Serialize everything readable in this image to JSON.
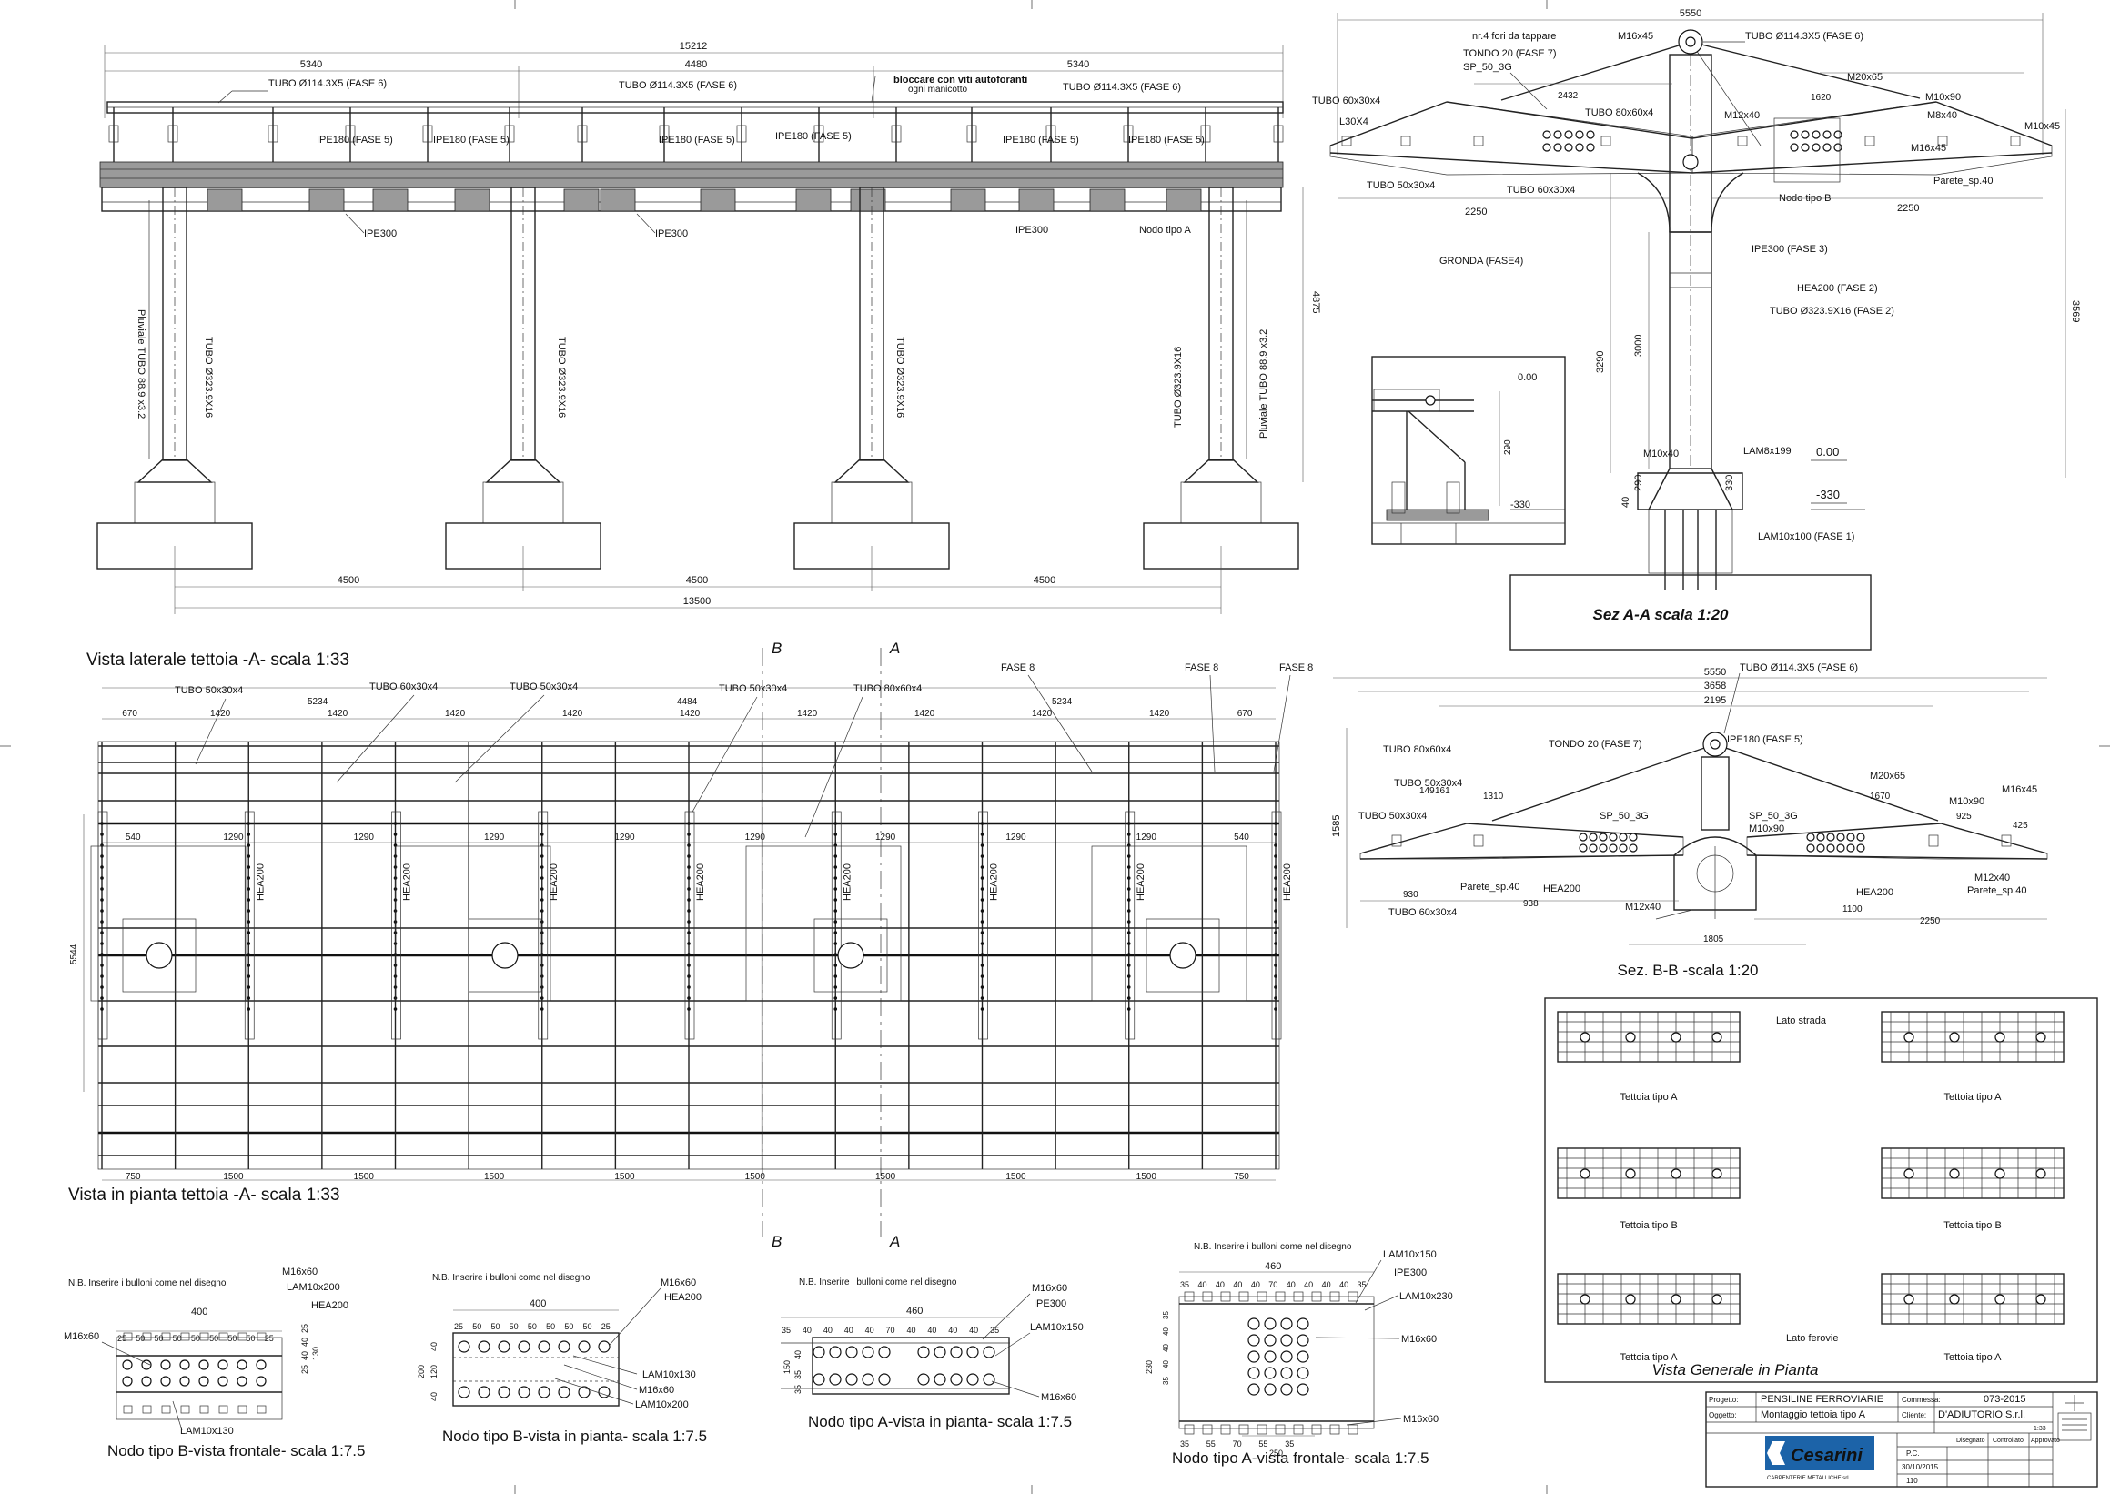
{
  "views": {
    "side": {
      "title": "Vista laterale tettoia -A- scala 1:33"
    },
    "plan": {
      "title": "Vista in pianta tettoia -A- scala 1:33"
    },
    "sez_aa": {
      "title": "Sez A-A scala 1:20"
    },
    "sez_bb": {
      "title": "Sez. B-B -scala 1:20"
    },
    "general": {
      "title": "Vista Generale in Pianta"
    },
    "nodo_b_front": {
      "title": "Nodo tipo B-vista frontale- scala 1:7.5",
      "note": "N.B. Inserire i bulloni come nel disegno"
    },
    "nodo_b_plan": {
      "title": "Nodo tipo B-vista in pianta- scala 1:7.5",
      "note": "N.B. Inserire i bulloni come nel disegno"
    },
    "nodo_a_plan": {
      "title": "Nodo tipo A-vista in pianta- scala 1:7.5",
      "note": "N.B. Inserire i bulloni come nel disegno"
    },
    "nodo_a_front": {
      "title": "Nodo tipo A-vista frontale- scala 1:7.5",
      "note": "N.B. Inserire i bulloni come nel disegno"
    }
  },
  "side_view": {
    "dims": {
      "total": "15212",
      "span1": "5340",
      "span2": "4480",
      "span3": "5340",
      "height": "4875",
      "base": "13500",
      "bay": "4500"
    },
    "labels": {
      "tubo_top": "TUBO Ø114.3X5 (FASE 6)",
      "ipe180": "IPE180 (FASE 5)",
      "ipe300": "IPE300",
      "nodo_a": "Nodo tipo A",
      "bloccare": "bloccare con viti autoforanti",
      "manicotto": "ogni manicotto",
      "col_tubo": "TUBO Ø323.9X16",
      "pluviale": "Pluviale TUBO 88.9 x3.2"
    }
  },
  "plan_view": {
    "labels": {
      "t50": "TUBO 50x30x4",
      "t60": "TUBO 60x30x4",
      "t80": "TUBO 80x60x4",
      "fase8": "FASE 8",
      "hea200": "HEA200",
      "a": "A",
      "b": "B"
    },
    "top_dims": [
      "670",
      "1420",
      "1420",
      "1420",
      "1420",
      "1420",
      "1420",
      "1420",
      "1420",
      "1420",
      "670"
    ],
    "upper_dims": {
      "left": "5234",
      "mid": "4484",
      "right": "5234"
    },
    "row_dims": [
      "540",
      "1290",
      "1290",
      "1290",
      "1290",
      "1290",
      "1290",
      "1290",
      "1290",
      "540"
    ],
    "bottom_dims": [
      "750",
      "1500",
      "1500",
      "1500",
      "1500",
      "1500",
      "1500",
      "1500",
      "1500",
      "750"
    ],
    "width_dim": "5544"
  },
  "sez_aa_view": {
    "dims": {
      "top": "5550",
      "left": "2250",
      "right": "2250",
      "r1": "2432",
      "r2": "1620",
      "h1": "3569",
      "h2": "3290",
      "h3": "3000",
      "h4": "290",
      "h5": "330",
      "h6": "40",
      "d0": "0.00",
      "dm": "-330",
      "d290": "290"
    },
    "labels": {
      "fori": "nr.4 fori da tappare",
      "tondo": "TONDO 20 (FASE 7)",
      "sp": "SP_50_3G",
      "m16": "M16x45",
      "tubo_top": "TUBO Ø114.3X5 (FASE 6)",
      "m20": "M20x65",
      "m10x90": "M10x90",
      "m8": "M8x40",
      "m10x45": "M10x45",
      "tubo60": "TUBO 60x30x4",
      "l30": "L30X4",
      "tubo80": "TUBO 80x60x4",
      "m12": "M12x40",
      "tubo50": "TUBO 50x30x4",
      "nodo_b": "Nodo tipo B",
      "parete": "Parete_sp.40",
      "gronda": "GRONDA (FASE4)",
      "ipe300": "IPE300 (FASE 3)",
      "hea200": "HEA200 (FASE 2)",
      "col": "TUBO Ø323.9X16 (FASE 2)",
      "m10x40": "M10x40",
      "lam8": "LAM8x199",
      "lam10": "LAM10x100  (FASE 1)"
    }
  },
  "sez_bb_view": {
    "dims": {
      "top": "5550",
      "mid": "3658",
      "in": "2195",
      "left": "1310",
      "d149": "149",
      "d161": "161",
      "r1": "1670",
      "r2": "925",
      "r3": "425",
      "h": "1585",
      "b1": "930",
      "b2": "938",
      "b3": "1100",
      "b4": "2250",
      "base": "1805"
    },
    "labels": {
      "tubo_top": "TUBO Ø114.3X5 (FASE 6)",
      "tondo": "TONDO 20 (FASE 7)",
      "ipe180": "IPE180 (FASE 5)",
      "t80": "TUBO 80x60x4",
      "t50": "TUBO 50x30x4",
      "t60": "TUBO 60x30x4",
      "sp": "SP_50_3G",
      "m10x90": "M10x90",
      "m20": "M20x65",
      "m16": "M16x45",
      "parete": "Parete_sp.40",
      "hea200": "HEA200",
      "m12": "M12x40"
    }
  },
  "general_plan": {
    "lato_strada": "Lato strada",
    "lato_ferovie": "Lato ferovie",
    "items": [
      "Tettoia tipo A",
      "Tettoia tipo A",
      "Tettoia tipo B",
      "Tettoia tipo B",
      "Tettoia tipo A",
      "Tettoia tipo A"
    ]
  },
  "nodes": {
    "b_front": {
      "m16x60": "M16x60",
      "lam200": "LAM10x200",
      "hea200": "HEA200",
      "lam130": "LAM10x130",
      "w400": "400",
      "spacing": [
        "25",
        "50",
        "50",
        "50",
        "50",
        "50",
        "50",
        "50",
        "25"
      ],
      "side": [
        "25",
        "40",
        "40",
        "25",
        "130"
      ]
    },
    "b_plan": {
      "m16x60": "M16x60",
      "hea200": "HEA200",
      "lam130": "LAM10x130",
      "lam200": "LAM10x200",
      "w400": "400",
      "spacing": [
        "25",
        "50",
        "50",
        "50",
        "50",
        "50",
        "50",
        "50",
        "25"
      ],
      "side": [
        "40",
        "120",
        "40",
        "200"
      ]
    },
    "a_plan": {
      "m16x60": "M16x60",
      "ipe300": "IPE300",
      "lam150": "LAM10x150",
      "w460": "460",
      "spacing": [
        "35",
        "40",
        "40",
        "40",
        "40",
        "70",
        "40",
        "40",
        "40",
        "40",
        "35"
      ],
      "side": [
        "150",
        "40",
        "35",
        "35"
      ]
    },
    "a_front": {
      "lam150": "LAM10x150",
      "ipe300": "IPE300",
      "lam230": "LAM10x230",
      "m16x60": "M16x60",
      "w460": "460",
      "spacing": [
        "35",
        "40",
        "40",
        "40",
        "40",
        "70",
        "40",
        "40",
        "40",
        "40",
        "35"
      ],
      "bottom": [
        "35",
        "55",
        "70",
        "55",
        "35"
      ],
      "b250": "250",
      "h230": "230",
      "side": [
        "35",
        "40",
        "40",
        "40",
        "35"
      ]
    }
  },
  "title_block": {
    "progetto_k": "Progetto:",
    "progetto": "PENSILINE FERROVIARIE",
    "oggetto_k": "Oggetto:",
    "oggetto": "Montaggio tettoia tipo A",
    "commessa_k": "Commessa:",
    "commessa": "073-2015",
    "cliente_k": "Cliente:",
    "cliente": "D'ADIUTORIO S.r.l.",
    "scala": "1:33",
    "disegno": "Disegnato",
    "controllo": "Controllato",
    "approvato": "Approvato",
    "nome": "P.C.",
    "data": "30/10/2015",
    "foglio": "110",
    "logo": "Cesarini",
    "logo_sub": "CARPENTERIE METALLICHE srl"
  }
}
